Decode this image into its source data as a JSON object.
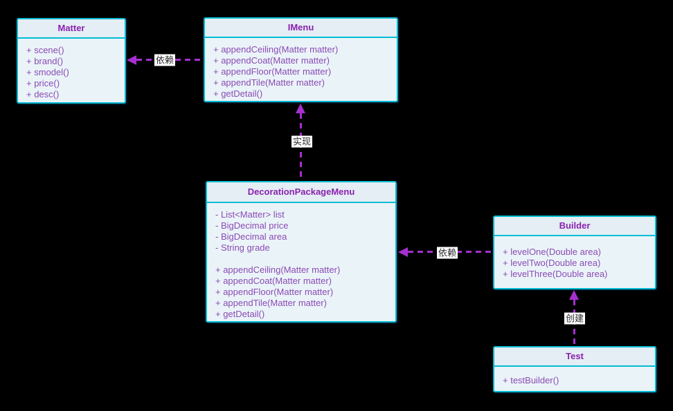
{
  "diagram": {
    "type": "uml-class-diagram",
    "background_color": "#000000",
    "box_border_color": "#00bcd4",
    "box_header_color": "#e4eef4",
    "box_body_color": "#eaf4f8",
    "title_text_color": "#8a22ae",
    "member_text_color": "#8b4ab4",
    "arrow_color": "#a62fd0",
    "relation_label_bg": "#ffffff"
  },
  "classes": [
    {
      "name": "Matter",
      "methods": [
        "+ scene()",
        "+ brand()",
        "+ smodel()",
        "+ price()",
        "+ desc()"
      ]
    },
    {
      "name": "IMenu",
      "methods": [
        "+ appendCeiling(Matter matter)",
        "+ appendCoat(Matter matter)",
        "+ appendFloor(Matter matter)",
        "+ appendTile(Matter matter)",
        "+ getDetail()"
      ]
    },
    {
      "name": "DecorationPackageMenu",
      "fields": [
        "- List<Matter> list",
        "- BigDecimal price",
        "- BigDecimal area",
        "- String grade"
      ],
      "methods": [
        "+ appendCeiling(Matter matter)",
        "+ appendCoat(Matter matter)",
        "+ appendFloor(Matter matter)",
        "+ appendTile(Matter matter)",
        "+ getDetail()"
      ]
    },
    {
      "name": "Builder",
      "methods": [
        "+ levelOne(Double area)",
        "+ levelTwo(Double area)",
        "+ levelThree(Double area)"
      ]
    },
    {
      "name": "Test",
      "methods": [
        "+ testBuilder()"
      ]
    }
  ],
  "relations": [
    {
      "from": "IMenu",
      "to": "Matter",
      "label": "依赖"
    },
    {
      "from": "DecorationPackageMenu",
      "to": "IMenu",
      "label": "实现"
    },
    {
      "from": "Builder",
      "to": "DecorationPackageMenu",
      "label": "依赖"
    },
    {
      "from": "Test",
      "to": "Builder",
      "label": "创建"
    }
  ]
}
